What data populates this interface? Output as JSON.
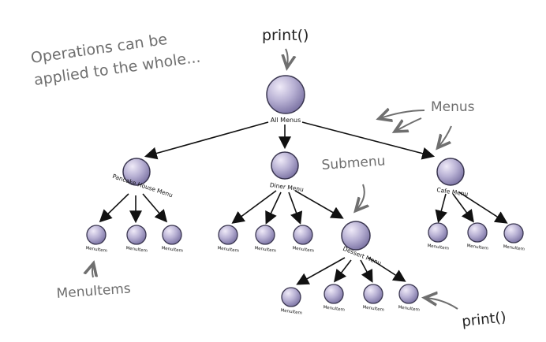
{
  "annotations": {
    "operations_line1": "Operations can be",
    "operations_line2": "applied to the whole...",
    "print_top": "print()",
    "menus": "Menus",
    "submenu": "Submenu",
    "menuitems": "MenuItems",
    "print_bottom": "print()"
  },
  "nodes": {
    "all_menus": "All Menus",
    "pancake_house_menu": "Pancake House Menu",
    "diner_menu": "Diner Menu",
    "cafe_menu": "Cafe Menu",
    "dessert_menu": "Dessert Menu",
    "menu_item": "MenuItem"
  },
  "colors": {
    "node_fill_center": "#d9d4ea",
    "node_fill_edge": "#8b84b0",
    "node_stroke": "#3a3650",
    "arrow": "#111111",
    "annotation": "#6f6f6f"
  }
}
